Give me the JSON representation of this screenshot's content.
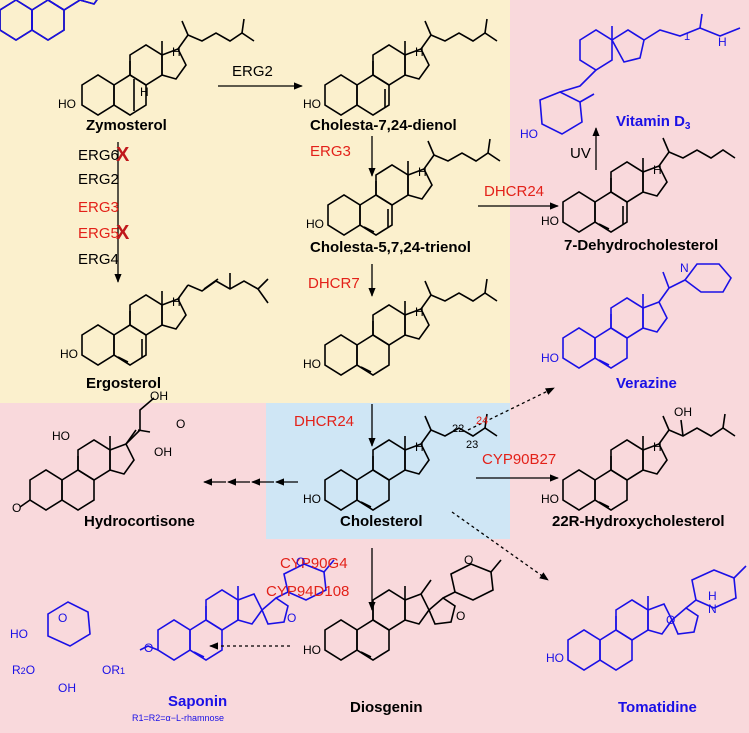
{
  "colors": {
    "yeast_bg": "#fbf0cd",
    "mammal_bg": "#f9d9dc",
    "chol_bg": "#cfe6f5",
    "ink": "#000000",
    "red": "#e32119",
    "blue": "#1a10e6"
  },
  "compounds": {
    "zymosterol": "Zymosterol",
    "cholesta_dienol": "Cholesta-7,24-dienol",
    "cholesta_trienol": "Cholesta-5,7,24-trienol",
    "dehydrocholesterol": "7-Dehydrocholesterol",
    "vitamin_d3": "Vitamin D",
    "vitamin_d3_sub": "3",
    "ergosterol": "Ergosterol",
    "verazine": "Verazine",
    "cholesterol": "Cholesterol",
    "hydrocortisone": "Hydrocortisone",
    "hydroxycholesterol": "22R-Hydroxycholesterol",
    "saponin": "Saponin",
    "saponin_note": "R1=R2=α−L-rhamnose",
    "diosgenin": "Diosgenin",
    "tomatidine": "Tomatidine"
  },
  "enzymes": {
    "erg2_top": "ERG2",
    "erg6": "ERG6",
    "erg2": "ERG2",
    "erg3_left": "ERG3",
    "erg5": "ERG5",
    "erg4": "ERG4",
    "erg3_mid": "ERG3",
    "dhcr24_top": "DHCR24",
    "dhcr7": "DHCR7",
    "dhcr24_mid": "DHCR24",
    "cyp90b27": "CYP90B27",
    "cyp90g4": "CYP90G4",
    "cyp94d108": "CYP94D108",
    "uv": "UV"
  },
  "knockouts": {
    "erg6_x": "X",
    "erg5_x": "X"
  },
  "atoms": {
    "ho": "HO",
    "h": "H",
    "o": "O",
    "oh": "OH",
    "n": "N",
    "nh": "H\nN",
    "n_sap": "2",
    "or1": "OR",
    "r2o": "R",
    "pos22": "22",
    "pos23": "23",
    "pos24": "24",
    "pos1": "1"
  }
}
